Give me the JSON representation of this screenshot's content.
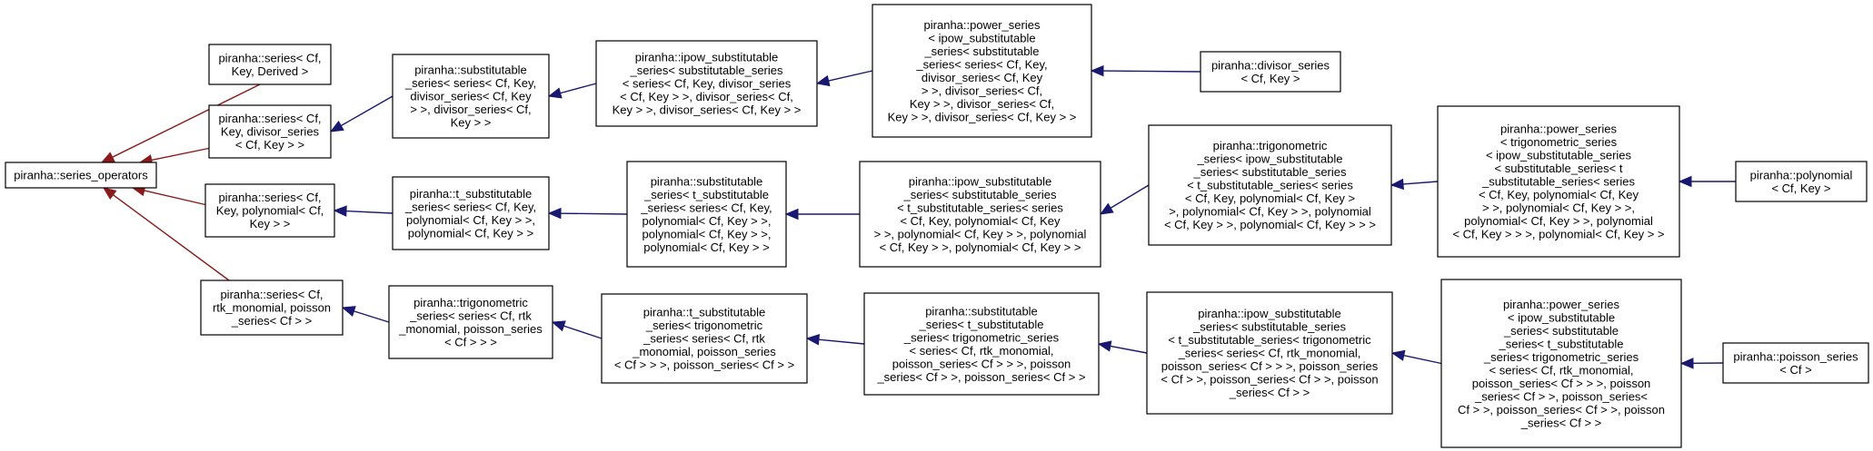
{
  "colors": {
    "navy": "#191970",
    "red": "#8b1a1a"
  },
  "nodes": {
    "ops": {
      "lines": [
        "piranha::series_operators"
      ]
    },
    "s_der": {
      "lines": [
        "piranha::series< Cf,",
        "Key, Derived >"
      ]
    },
    "s_div": {
      "lines": [
        "piranha::series< Cf,",
        "Key, divisor_series",
        "< Cf, Key > >"
      ]
    },
    "s_poly": {
      "lines": [
        "piranha::series< Cf,",
        "Key, polynomial< Cf,",
        "Key > >"
      ]
    },
    "s_pois": {
      "lines": [
        "piranha::series< Cf,",
        "rtk_monomial, poisson",
        "_series< Cf > >"
      ]
    },
    "sub_div": {
      "lines": [
        "piranha::substitutable",
        "_series< series< Cf, Key,",
        "divisor_series< Cf, Key",
        "> >, divisor_series< Cf,",
        "Key > >"
      ]
    },
    "ipow_div": {
      "lines": [
        "piranha::ipow_substitutable",
        "_series< substitutable_series",
        "< series< Cf, Key, divisor_series",
        "< Cf, Key > >, divisor_series< Cf,",
        "Key > >, divisor_series< Cf, Key > >"
      ]
    },
    "pow_div": {
      "lines": [
        "piranha::power_series",
        "< ipow_substitutable",
        "_series< substitutable",
        "_series< series< Cf, Key,",
        "divisor_series< Cf, Key",
        "> >, divisor_series< Cf,",
        "Key > >, divisor_series< Cf,",
        "Key > >, divisor_series< Cf, Key > >"
      ]
    },
    "div": {
      "lines": [
        "piranha::divisor_series",
        "< Cf, Key >"
      ]
    },
    "tsub_poly": {
      "lines": [
        "piranha::t_substitutable",
        "_series< series< Cf, Key,",
        "polynomial< Cf, Key > >,",
        "polynomial< Cf, Key > >"
      ]
    },
    "sub_poly": {
      "lines": [
        "piranha::substitutable",
        "_series< t_substitutable",
        "_series< series< Cf, Key,",
        "polynomial< Cf, Key > >,",
        "polynomial< Cf, Key > >,",
        "polynomial< Cf, Key > >"
      ]
    },
    "ipow_poly": {
      "lines": [
        "piranha::ipow_substitutable",
        "_series< substitutable_series",
        "< t_substitutable_series< series",
        "< Cf, Key, polynomial< Cf, Key",
        "> >, polynomial< Cf, Key > >, polynomial",
        "< Cf, Key > >, polynomial< Cf, Key > >"
      ]
    },
    "trig_poly": {
      "lines": [
        "piranha::trigonometric",
        "_series< ipow_substitutable",
        "_series< substitutable_series",
        "< t_substitutable_series< series",
        "< Cf, Key, polynomial< Cf, Key >",
        ">, polynomial< Cf, Key > >, polynomial",
        "< Cf, Key > >, polynomial< Cf, Key > > >"
      ]
    },
    "pow_poly": {
      "lines": [
        "piranha::power_series",
        "< trigonometric_series",
        "< ipow_substitutable_series",
        "< substitutable_series< t",
        "_substitutable_series< series",
        "< Cf, Key, polynomial< Cf, Key",
        "> >, polynomial< Cf, Key > >,",
        "polynomial< Cf, Key > >, polynomial",
        "< Cf, Key > > >, polynomial< Cf, Key > >"
      ]
    },
    "poly": {
      "lines": [
        "piranha::polynomial",
        "< Cf, Key >"
      ]
    },
    "trig_pois": {
      "lines": [
        "piranha::trigonometric",
        "_series< series< Cf, rtk",
        "_monomial, poisson_series",
        "< Cf > > >"
      ]
    },
    "tsub_pois": {
      "lines": [
        "piranha::t_substitutable",
        "_series< trigonometric",
        "_series< series< Cf, rtk",
        "_monomial, poisson_series",
        "< Cf > > >, poisson_series< Cf > >"
      ]
    },
    "sub_pois": {
      "lines": [
        "piranha::substitutable",
        "_series< t_substitutable",
        "_series< trigonometric_series",
        "< series< Cf, rtk_monomial,",
        "poisson_series< Cf > > >, poisson",
        "_series< Cf > >, poisson_series< Cf > >"
      ]
    },
    "ipow_pois": {
      "lines": [
        "piranha::ipow_substitutable",
        "_series< substitutable_series",
        "< t_substitutable_series< trigonometric",
        "_series< series< Cf, rtk_monomial,",
        "poisson_series< Cf > > >, poisson_series",
        "< Cf > >, poisson_series< Cf > >, poisson",
        "_series< Cf > >"
      ]
    },
    "pow_pois": {
      "lines": [
        "piranha::power_series",
        "< ipow_substitutable",
        "_series< substitutable",
        "_series< t_substitutable",
        "_series< trigonometric_series",
        "< series< Cf, rtk_monomial,",
        "poisson_series< Cf > > >, poisson",
        "_series< Cf > >, poisson_series<",
        "Cf > >, poisson_series< Cf > >, poisson",
        "_series< Cf > >"
      ]
    },
    "pois": {
      "lines": [
        "piranha::poisson_series",
        "< Cf >"
      ]
    }
  },
  "edges": [
    {
      "from": "s_der",
      "to": "ops",
      "color": "red"
    },
    {
      "from": "s_div",
      "to": "ops",
      "color": "red"
    },
    {
      "from": "s_poly",
      "to": "ops",
      "color": "red"
    },
    {
      "from": "s_pois",
      "to": "ops",
      "color": "red"
    },
    {
      "from": "sub_div",
      "to": "s_div",
      "color": "navy"
    },
    {
      "from": "ipow_div",
      "to": "sub_div",
      "color": "navy"
    },
    {
      "from": "pow_div",
      "to": "ipow_div",
      "color": "navy"
    },
    {
      "from": "div",
      "to": "pow_div",
      "color": "navy"
    },
    {
      "from": "tsub_poly",
      "to": "s_poly",
      "color": "navy"
    },
    {
      "from": "sub_poly",
      "to": "tsub_poly",
      "color": "navy"
    },
    {
      "from": "ipow_poly",
      "to": "sub_poly",
      "color": "navy"
    },
    {
      "from": "trig_poly",
      "to": "ipow_poly",
      "color": "navy"
    },
    {
      "from": "pow_poly",
      "to": "trig_poly",
      "color": "navy"
    },
    {
      "from": "poly",
      "to": "pow_poly",
      "color": "navy"
    },
    {
      "from": "trig_pois",
      "to": "s_pois",
      "color": "navy"
    },
    {
      "from": "tsub_pois",
      "to": "trig_pois",
      "color": "navy"
    },
    {
      "from": "sub_pois",
      "to": "tsub_pois",
      "color": "navy"
    },
    {
      "from": "ipow_pois",
      "to": "sub_pois",
      "color": "navy"
    },
    {
      "from": "pow_pois",
      "to": "ipow_pois",
      "color": "navy"
    },
    {
      "from": "pois",
      "to": "pow_pois",
      "color": "navy"
    }
  ]
}
